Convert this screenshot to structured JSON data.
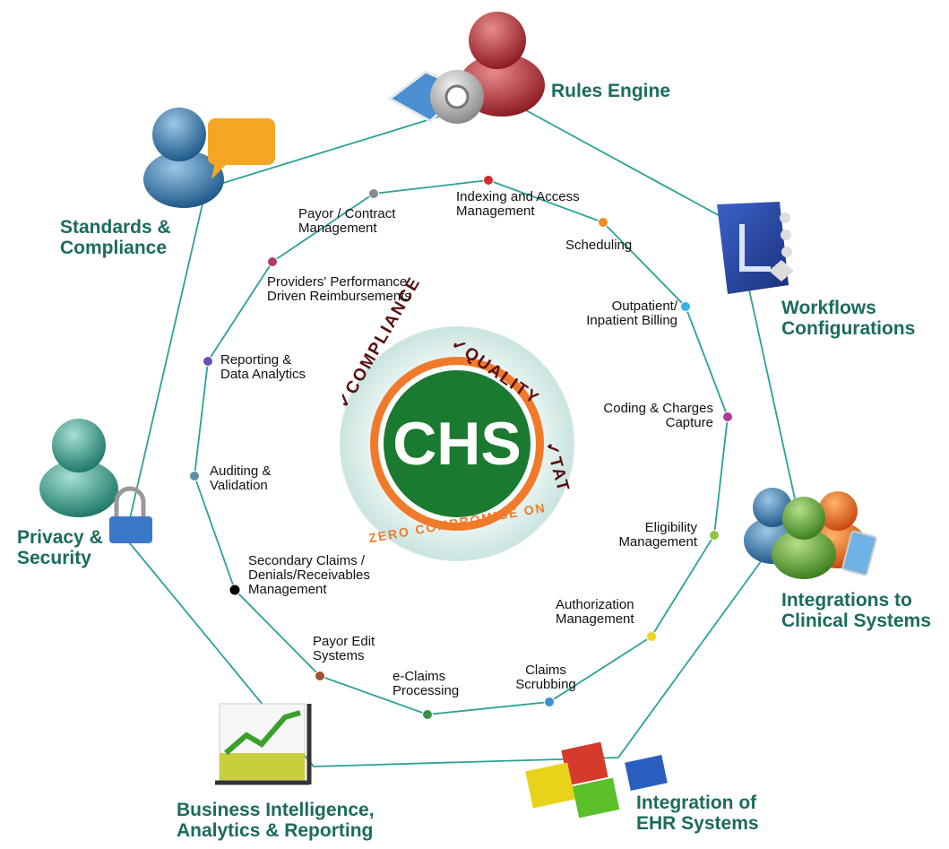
{
  "center": {
    "logo_text": "CHS",
    "ring_top_left": "✓COMPLIANCE",
    "ring_top_right": "✓QUALITY",
    "ring_right": "✓TAT",
    "ring_bottom": "ZERO COMPROMISE ON"
  },
  "outer_nodes": [
    {
      "id": "rules-engine",
      "lines": [
        "Rules Engine"
      ],
      "icon": "gear-book-person-icon"
    },
    {
      "id": "workflows",
      "lines": [
        "Workflows",
        "Configurations"
      ],
      "icon": "workflow-diagram-icon"
    },
    {
      "id": "clinical",
      "lines": [
        "Integrations to",
        "Clinical Systems"
      ],
      "icon": "team-people-icon"
    },
    {
      "id": "ehr",
      "lines": [
        "Integration of",
        "EHR Systems"
      ],
      "icon": "puzzle-pieces-icon"
    },
    {
      "id": "bi",
      "lines": [
        "Business Intelligence,",
        "Analytics & Reporting"
      ],
      "icon": "growth-chart-icon"
    },
    {
      "id": "privacy",
      "lines": [
        "Privacy &",
        "Security"
      ],
      "icon": "person-lock-icon"
    },
    {
      "id": "standards",
      "lines": [
        "Standards &",
        "Compliance"
      ],
      "icon": "person-speech-bubble-icon"
    }
  ],
  "inner_nodes": [
    {
      "id": "indexing",
      "lines": [
        "Indexing and Access",
        "Management"
      ],
      "dot_color": "#d42a2a"
    },
    {
      "id": "scheduling",
      "lines": [
        "Scheduling"
      ],
      "dot_color": "#f08a1e"
    },
    {
      "id": "billing",
      "lines": [
        "Outpatient/",
        "Inpatient Billing"
      ],
      "dot_color": "#33b5e5"
    },
    {
      "id": "coding",
      "lines": [
        "Coding & Charges",
        "Capture"
      ],
      "dot_color": "#b03a9a"
    },
    {
      "id": "eligibility",
      "lines": [
        "Eligibility",
        "Management"
      ],
      "dot_color": "#8cc63f"
    },
    {
      "id": "authorization",
      "lines": [
        "Authorization",
        "Management"
      ],
      "dot_color": "#f2d21b"
    },
    {
      "id": "scrubbing",
      "lines": [
        "Claims",
        "Scrubbing"
      ],
      "dot_color": "#3d8fd6"
    },
    {
      "id": "eclaims",
      "lines": [
        "e-Claims",
        "Processing"
      ],
      "dot_color": "#3a8f4a"
    },
    {
      "id": "payor-edit",
      "lines": [
        "Payor Edit",
        "Systems"
      ],
      "dot_color": "#a0522d"
    },
    {
      "id": "secondary",
      "lines": [
        "Secondary Claims /",
        "Denials/Receivables",
        "Management"
      ],
      "dot_color": "#000000"
    },
    {
      "id": "auditing",
      "lines": [
        "Auditing &",
        "Validation"
      ],
      "dot_color": "#5b8fa8"
    },
    {
      "id": "reporting",
      "lines": [
        "Reporting &",
        "Data Analytics"
      ],
      "dot_color": "#6a4fb0"
    },
    {
      "id": "providers",
      "lines": [
        "Providers' Performance",
        "Driven Reimbursements"
      ],
      "dot_color": "#b03a6a"
    },
    {
      "id": "payor-contract",
      "lines": [
        "Payor / Contract",
        "Management"
      ],
      "dot_color": "#8a8a8a"
    }
  ],
  "colors": {
    "label_green": "#1b6b5e",
    "connector": "#2aa198",
    "logo_green": "#1a7a30",
    "logo_orange": "#f07a2a"
  }
}
